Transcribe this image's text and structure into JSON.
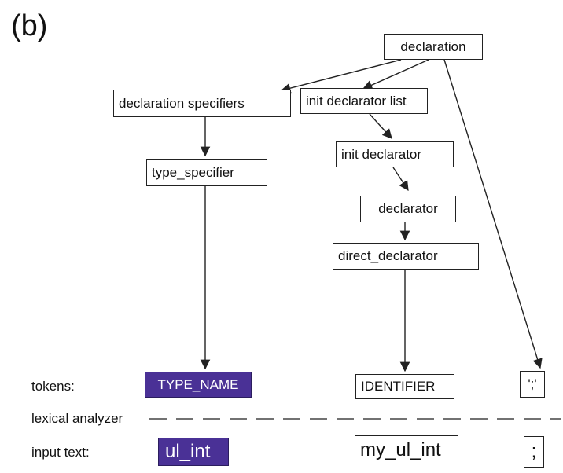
{
  "panel_label": "(b)",
  "parse_tree": {
    "root": "declaration",
    "declaration_specifiers": "declaration specifiers",
    "init_declarator_list": "init declarator list",
    "type_specifier": "type_specifier",
    "init_declarator": "init declarator",
    "declarator": "declarator",
    "direct_declarator": "direct_declarator"
  },
  "tokens": {
    "row_label": "tokens:",
    "type_name": "TYPE_NAME",
    "identifier": "IDENTIFIER",
    "semicolon": "';'"
  },
  "lexer": {
    "label": "lexical analyzer"
  },
  "input": {
    "row_label": "input text:",
    "type_text": "ul_int",
    "identifier_text": "my_ul_int",
    "semicolon_text": ";"
  },
  "colors": {
    "highlight": "#4a3196",
    "line": "#222222"
  }
}
